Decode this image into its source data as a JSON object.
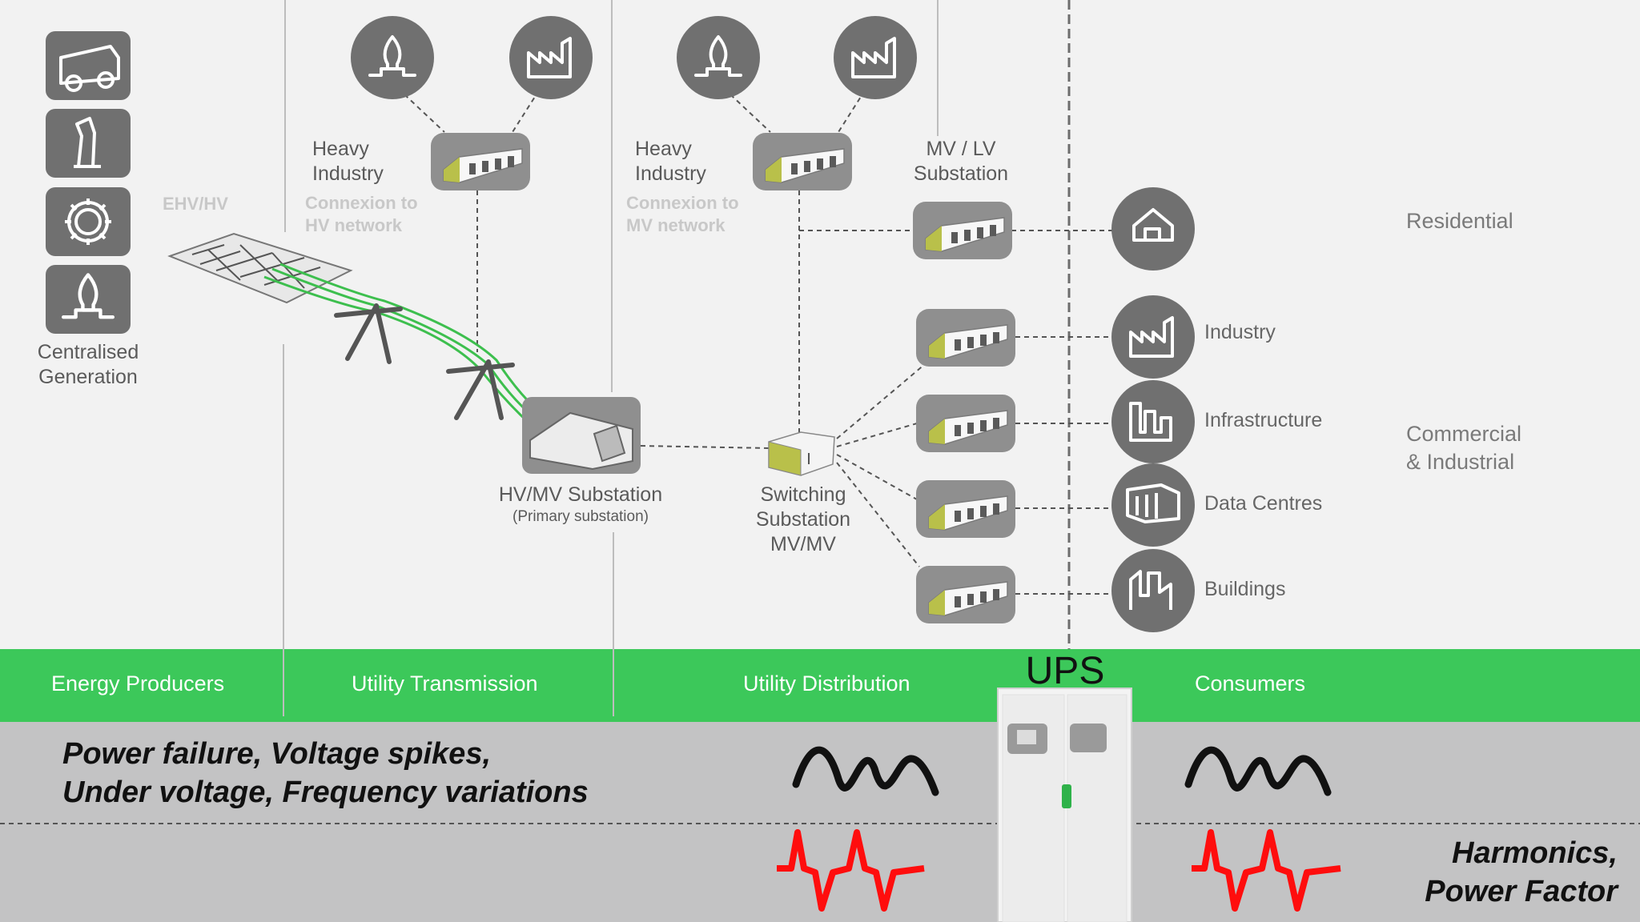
{
  "labels": {
    "centralised_generation": "Centralised\nGeneration",
    "ehv_hv": "EHV/HV",
    "heavy_industry_1": "Heavy\nIndustry",
    "connexion_hv": "Connexion to\nHV network",
    "heavy_industry_2": "Heavy\nIndustry",
    "connexion_mv": "Connexion to\nMV network",
    "mv_lv_substation": "MV / LV\nSubstation",
    "hv_mv_substation": "HV/MV Substation",
    "primary_substation": "(Primary substation)",
    "switching_substation": "Switching\nSubstation\nMV/MV"
  },
  "consumers": {
    "industry": "Industry",
    "infrastructure": "Infrastructure",
    "data_centres": "Data Centres",
    "buildings": "Buildings"
  },
  "segments": {
    "residential": "Residential",
    "commercial_industrial": "Commercial\n& Industrial"
  },
  "band": {
    "energy_producers": "Energy Producers",
    "utility_transmission": "Utility Transmission",
    "utility_distribution": "Utility Distribution",
    "ups": "UPS",
    "consumers": "Consumers"
  },
  "issues": {
    "power_quality": "Power failure, Voltage spikes,\nUnder voltage, Frequency variations",
    "harmonics": "Harmonics,\nPower Factor"
  },
  "colors": {
    "band_green": "#3cc85a",
    "lower_gray": "#c3c3c4",
    "icon_gray": "#707070",
    "power_line_green": "#3dbf4e",
    "harmonic_red": "#ff0d0d"
  },
  "icons": {
    "generation": [
      "truck-icon",
      "nuclear-plant-icon",
      "gear-icon",
      "gas-flame-icon"
    ],
    "top": [
      "gas-flame-icon",
      "factory-icon",
      "gas-flame-icon",
      "factory-icon"
    ],
    "consumers": [
      "house-icon",
      "factory-icon",
      "infrastructure-icon",
      "data-centre-icon",
      "buildings-icon"
    ]
  }
}
